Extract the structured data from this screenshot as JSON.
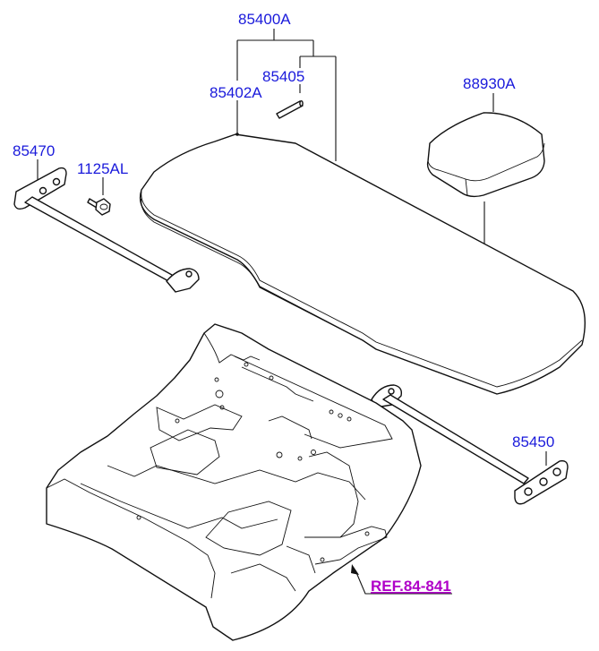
{
  "labels": {
    "p85400A": "85400A",
    "p85405": "85405",
    "p85402A": "85402A",
    "p88930A": "88930A",
    "p85470": "85470",
    "p1125AL": "1125AL",
    "p85450": "85450",
    "ref": "REF.84-841"
  },
  "colors": {
    "label": "#1a1adb",
    "reference": "#b000c8",
    "line": "#111111"
  }
}
